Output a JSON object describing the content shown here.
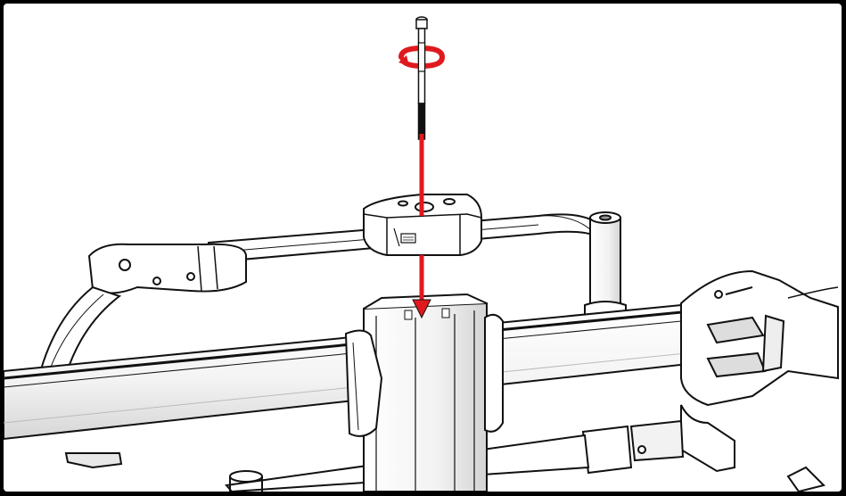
{
  "diagram": {
    "step_markers": {
      "rotation_icon": "rotate-clockwise-icon",
      "direction_icon": "arrow-down-icon"
    },
    "colors": {
      "accent": "#e0191f",
      "outline": "#111111",
      "part_fill": "#ffffff",
      "shade": "#d8d8d8",
      "frame": "#000000"
    },
    "parts": [
      {
        "name": "bolt",
        "label": ""
      },
      {
        "name": "clamp-block",
        "label": ""
      },
      {
        "name": "upright-mast",
        "label": ""
      },
      {
        "name": "tray-arm",
        "label": ""
      },
      {
        "name": "main-beam",
        "label": ""
      }
    ]
  }
}
